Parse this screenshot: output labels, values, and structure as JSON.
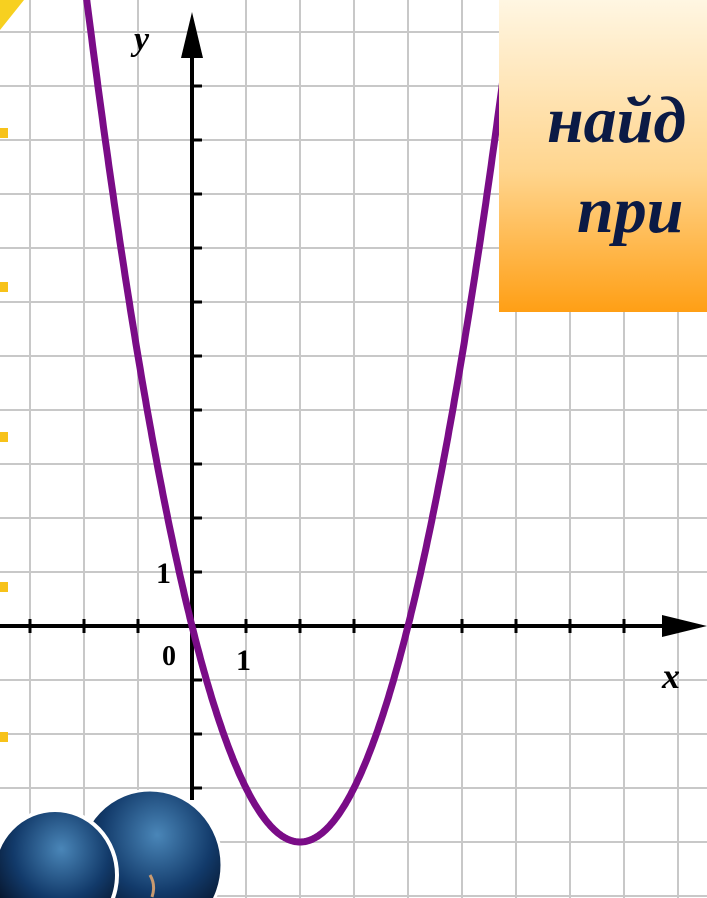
{
  "chart_data": {
    "type": "line",
    "title": "",
    "xlabel": "x",
    "ylabel": "y",
    "xlim": [
      -3.2,
      9.2
    ],
    "ylim": [
      -5.2,
      11.2
    ],
    "grid": true,
    "function": "y = x^2 - 4x",
    "series": [
      {
        "color": "#7a0c87",
        "x": [
          -1.5,
          -1,
          -0.5,
          0,
          0.5,
          1,
          1.5,
          2,
          2.5,
          3,
          3.5,
          4,
          4.5,
          5,
          5.5
        ],
        "values": [
          8.25,
          5,
          2.25,
          0,
          -1.75,
          -3,
          -3.75,
          -4,
          -3.75,
          -3,
          -1.75,
          0,
          2.25,
          5,
          8.25
        ]
      }
    ],
    "origin_label": "0",
    "x_tick_label": "1",
    "y_tick_label": "1"
  },
  "note": {
    "line1": "найд",
    "line2": "при"
  },
  "colors": {
    "grid": "#c8c8c8",
    "axis": "#000000",
    "curve": "#7a0c87",
    "note_text": "#0b1a45",
    "note_top": "#fff6e2",
    "note_bottom": "#ff9f15",
    "accent_yellow": "#f7c21a"
  }
}
